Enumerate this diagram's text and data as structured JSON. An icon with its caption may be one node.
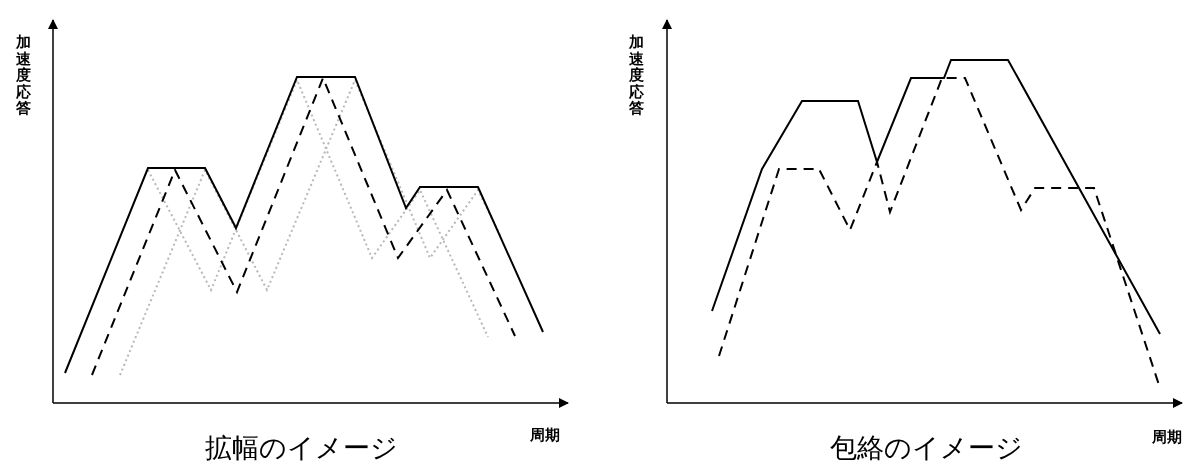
{
  "diagram": {
    "labels": [
      "加速度応答",
      "周期",
      "拡幅のイメージ",
      "加速度応答",
      "周期",
      "包絡のイメージ"
    ]
  }
}
